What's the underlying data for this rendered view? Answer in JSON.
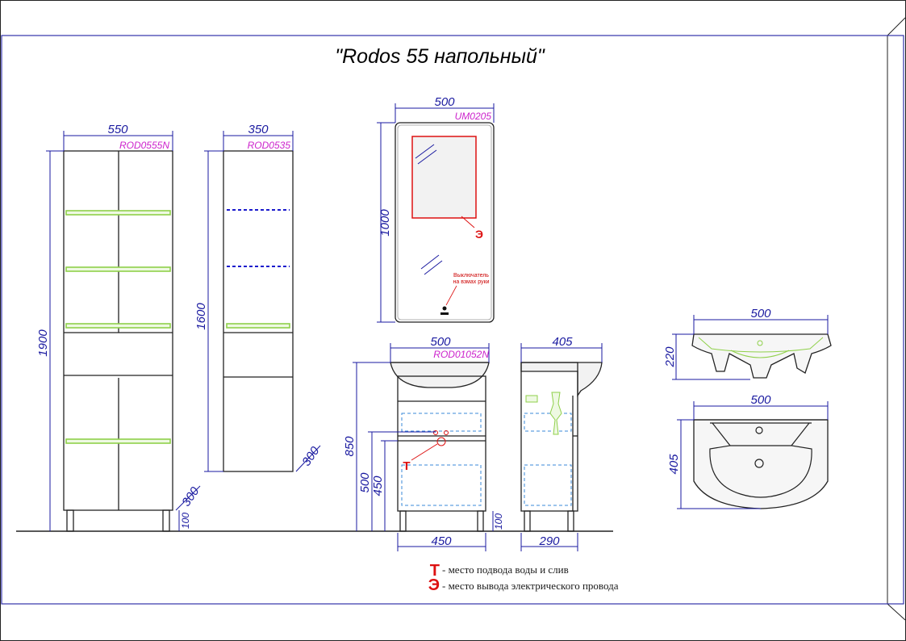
{
  "title": "\"Rodos 55 напольный\"",
  "colors": {
    "dimension": "#1a1aa0",
    "code": "#cc22cc",
    "shelf": "#8fd04a",
    "marker": "#dd1111",
    "frame": "#3333aa"
  },
  "tall_cabinet": {
    "code": "ROD0555N",
    "width": "550",
    "height": "1900",
    "depth": "300",
    "leg": "100"
  },
  "wall_cabinet": {
    "code": "ROD0535",
    "width": "350",
    "height": "1600",
    "depth": "300"
  },
  "mirror": {
    "code": "UM0205",
    "width": "500",
    "height": "1000",
    "switch_label_1": "Выключатель",
    "switch_label_2": "на взмах руки",
    "marker": "Э"
  },
  "vanity": {
    "code": "ROD01052N",
    "width": "500",
    "body_width": "450",
    "height": "850",
    "h500": "500",
    "h450": "450",
    "leg": "100",
    "marker": "Т"
  },
  "vanity_side": {
    "depth": "405",
    "inner_depth": "290"
  },
  "basin": {
    "width_top": "500",
    "height": "220",
    "width_plan": "500",
    "depth": "405"
  },
  "legend": [
    {
      "symbol": "Т",
      "text": "- место подвода воды и слив"
    },
    {
      "symbol": "Э",
      "text": "- место вывода электрического провода"
    }
  ]
}
